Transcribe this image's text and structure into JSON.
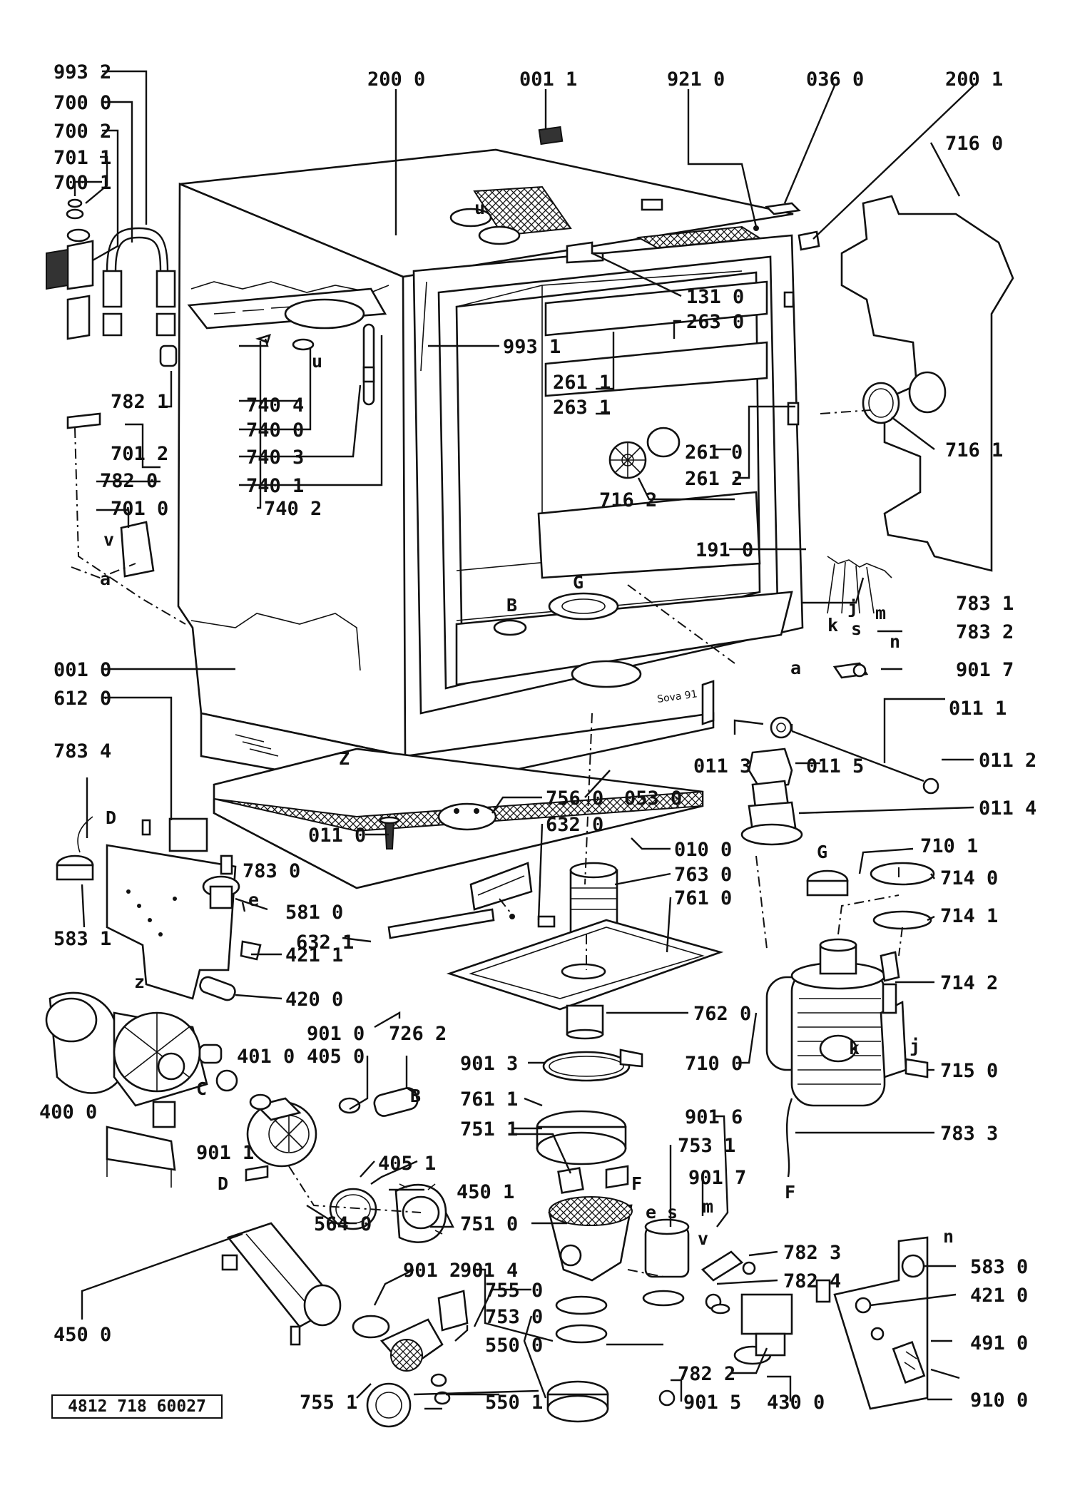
{
  "diagram": {
    "part_code": "4812 718 60027",
    "callouts": [
      {
        "id": "993-2",
        "text": "993 2"
      },
      {
        "id": "700-0",
        "text": "700 0"
      },
      {
        "id": "700-2",
        "text": "700 2"
      },
      {
        "id": "701-1",
        "text": "701 1"
      },
      {
        "id": "700-1",
        "text": "700 1"
      },
      {
        "id": "200-0",
        "text": "200 0"
      },
      {
        "id": "001-1",
        "text": "001 1"
      },
      {
        "id": "921-0",
        "text": "921 0"
      },
      {
        "id": "036-0",
        "text": "036 0"
      },
      {
        "id": "200-1",
        "text": "200 1"
      },
      {
        "id": "716-0",
        "text": "716 0"
      },
      {
        "id": "131-0",
        "text": "131 0"
      },
      {
        "id": "263-0",
        "text": "263 0"
      },
      {
        "id": "993-1",
        "text": "993 1"
      },
      {
        "id": "261-1",
        "text": "261 1"
      },
      {
        "id": "263-1",
        "text": "263 1"
      },
      {
        "id": "782-1",
        "text": "782 1"
      },
      {
        "id": "740-4",
        "text": "740 4"
      },
      {
        "id": "740-0",
        "text": "740 0"
      },
      {
        "id": "740-3",
        "text": "740 3"
      },
      {
        "id": "740-1",
        "text": "740 1"
      },
      {
        "id": "740-2",
        "text": "740 2"
      },
      {
        "id": "701-2",
        "text": "701 2"
      },
      {
        "id": "782-0",
        "text": "782 0"
      },
      {
        "id": "701-0",
        "text": "701 0"
      },
      {
        "id": "261-0",
        "text": "261 0"
      },
      {
        "id": "261-2",
        "text": "261 2"
      },
      {
        "id": "716-1",
        "text": "716 1"
      },
      {
        "id": "716-2",
        "text": "716 2"
      },
      {
        "id": "191-0",
        "text": "191 0"
      },
      {
        "id": "783-1",
        "text": "783 1"
      },
      {
        "id": "783-2",
        "text": "783 2"
      },
      {
        "id": "901-7a",
        "text": "901 7"
      },
      {
        "id": "001-0",
        "text": "001 0"
      },
      {
        "id": "612-0",
        "text": "612 0"
      },
      {
        "id": "011-1",
        "text": "011 1"
      },
      {
        "id": "011-3",
        "text": "011 3"
      },
      {
        "id": "011-5",
        "text": "011 5"
      },
      {
        "id": "011-2",
        "text": "011 2"
      },
      {
        "id": "783-4",
        "text": "783 4"
      },
      {
        "id": "756-0",
        "text": "756 0"
      },
      {
        "id": "053-0",
        "text": "053 0"
      },
      {
        "id": "632-0",
        "text": "632 0"
      },
      {
        "id": "011-4",
        "text": "011 4"
      },
      {
        "id": "011-0",
        "text": "011 0"
      },
      {
        "id": "010-0",
        "text": "010 0"
      },
      {
        "id": "710-1",
        "text": "710 1"
      },
      {
        "id": "783-0",
        "text": "783 0"
      },
      {
        "id": "763-0",
        "text": "763 0"
      },
      {
        "id": "714-0",
        "text": "714 0"
      },
      {
        "id": "761-0",
        "text": "761 0"
      },
      {
        "id": "581-0",
        "text": "581 0"
      },
      {
        "id": "714-1",
        "text": "714 1"
      },
      {
        "id": "583-1",
        "text": "583 1"
      },
      {
        "id": "632-1",
        "text": "632 1"
      },
      {
        "id": "421-1",
        "text": "421 1"
      },
      {
        "id": "714-2",
        "text": "714 2"
      },
      {
        "id": "420-0",
        "text": "420 0"
      },
      {
        "id": "762-0",
        "text": "762 0"
      },
      {
        "id": "901-0",
        "text": "901 0"
      },
      {
        "id": "726-2",
        "text": "726 2"
      },
      {
        "id": "401-0",
        "text": "401 0"
      },
      {
        "id": "405-0",
        "text": "405 0"
      },
      {
        "id": "901-3",
        "text": "901 3"
      },
      {
        "id": "710-0",
        "text": "710 0"
      },
      {
        "id": "715-0",
        "text": "715 0"
      },
      {
        "id": "400-0",
        "text": "400 0"
      },
      {
        "id": "761-1",
        "text": "761 1"
      },
      {
        "id": "783-3",
        "text": "783 3"
      },
      {
        "id": "901-6",
        "text": "901 6"
      },
      {
        "id": "751-1",
        "text": "751 1"
      },
      {
        "id": "753-1",
        "text": "753 1"
      },
      {
        "id": "901-1",
        "text": "901 1"
      },
      {
        "id": "405-1",
        "text": "405 1"
      },
      {
        "id": "901-7b",
        "text": "901 7"
      },
      {
        "id": "450-1",
        "text": "450 1"
      },
      {
        "id": "751-0",
        "text": "751 0"
      },
      {
        "id": "564-0",
        "text": "564 0"
      },
      {
        "id": "782-3",
        "text": "782 3"
      },
      {
        "id": "583-0",
        "text": "583 0"
      },
      {
        "id": "901-4",
        "text": "901 4"
      },
      {
        "id": "782-4",
        "text": "782 4"
      },
      {
        "id": "901-2",
        "text": "901 2"
      },
      {
        "id": "421-0",
        "text": "421 0"
      },
      {
        "id": "450-0",
        "text": "450 0"
      },
      {
        "id": "755-0",
        "text": "755 0"
      },
      {
        "id": "753-0",
        "text": "753 0"
      },
      {
        "id": "491-0",
        "text": "491 0"
      },
      {
        "id": "550-0",
        "text": "550 0"
      },
      {
        "id": "782-2",
        "text": "782 2"
      },
      {
        "id": "755-1",
        "text": "755 1"
      },
      {
        "id": "550-1",
        "text": "550 1"
      },
      {
        "id": "901-5",
        "text": "901 5"
      },
      {
        "id": "430-0",
        "text": "430 0"
      },
      {
        "id": "910-0",
        "text": "910 0"
      }
    ],
    "letters": [
      {
        "id": "u1",
        "text": "u"
      },
      {
        "id": "u2",
        "text": "u"
      },
      {
        "id": "v1",
        "text": "v"
      },
      {
        "id": "a1",
        "text": "a"
      },
      {
        "id": "B1",
        "text": "B"
      },
      {
        "id": "G1",
        "text": "G"
      },
      {
        "id": "j1",
        "text": "j"
      },
      {
        "id": "m1",
        "text": "m"
      },
      {
        "id": "k1",
        "text": "k"
      },
      {
        "id": "s1",
        "text": "s"
      },
      {
        "id": "n1",
        "text": "n"
      },
      {
        "id": "a2",
        "text": "a"
      },
      {
        "id": "Z1",
        "text": "Z"
      },
      {
        "id": "D1",
        "text": "D"
      },
      {
        "id": "e1",
        "text": "e"
      },
      {
        "id": "G2",
        "text": "G"
      },
      {
        "id": "z2",
        "text": "z"
      },
      {
        "id": "C1",
        "text": "C"
      },
      {
        "id": "B2",
        "text": "B"
      },
      {
        "id": "k2",
        "text": "k"
      },
      {
        "id": "j2",
        "text": "j"
      },
      {
        "id": "F1",
        "text": "F"
      },
      {
        "id": "F2",
        "text": "F"
      },
      {
        "id": "D2",
        "text": "D"
      },
      {
        "id": "e2",
        "text": "e"
      },
      {
        "id": "s2",
        "text": "s"
      },
      {
        "id": "m2",
        "text": "m"
      },
      {
        "id": "v2",
        "text": "v"
      },
      {
        "id": "n2",
        "text": "n"
      }
    ],
    "stamp": "Sova 91"
  }
}
